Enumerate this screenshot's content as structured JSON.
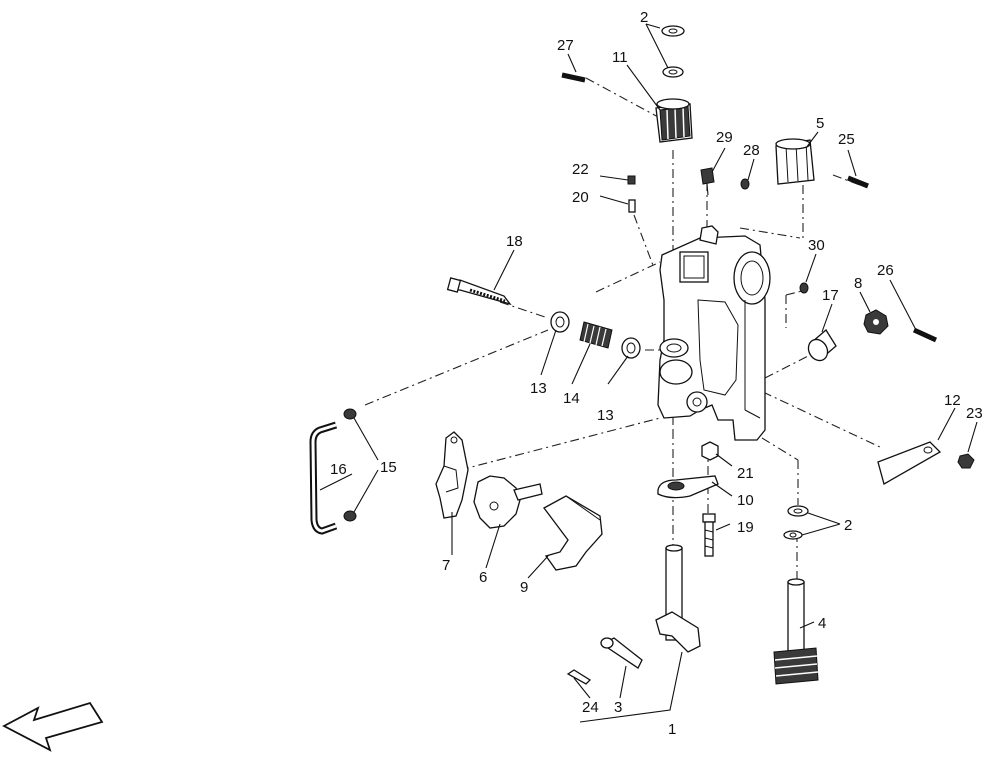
{
  "callouts": {
    "c1": "1",
    "c2a": "2",
    "c2b": "2",
    "c3": "3",
    "c4": "4",
    "c5": "5",
    "c6": "6",
    "c7": "7",
    "c8": "8",
    "c9": "9",
    "c10": "10",
    "c11": "11",
    "c12": "12",
    "c13a": "13",
    "c13b": "13",
    "c14": "14",
    "c15": "15",
    "c16": "16",
    "c17": "17",
    "c18": "18",
    "c19": "19",
    "c20": "20",
    "c21": "21",
    "c22": "22",
    "c23": "23",
    "c24": "24",
    "c25": "25",
    "c26": "26",
    "c27": "27",
    "c28": "28",
    "c29": "29",
    "c30": "30"
  }
}
